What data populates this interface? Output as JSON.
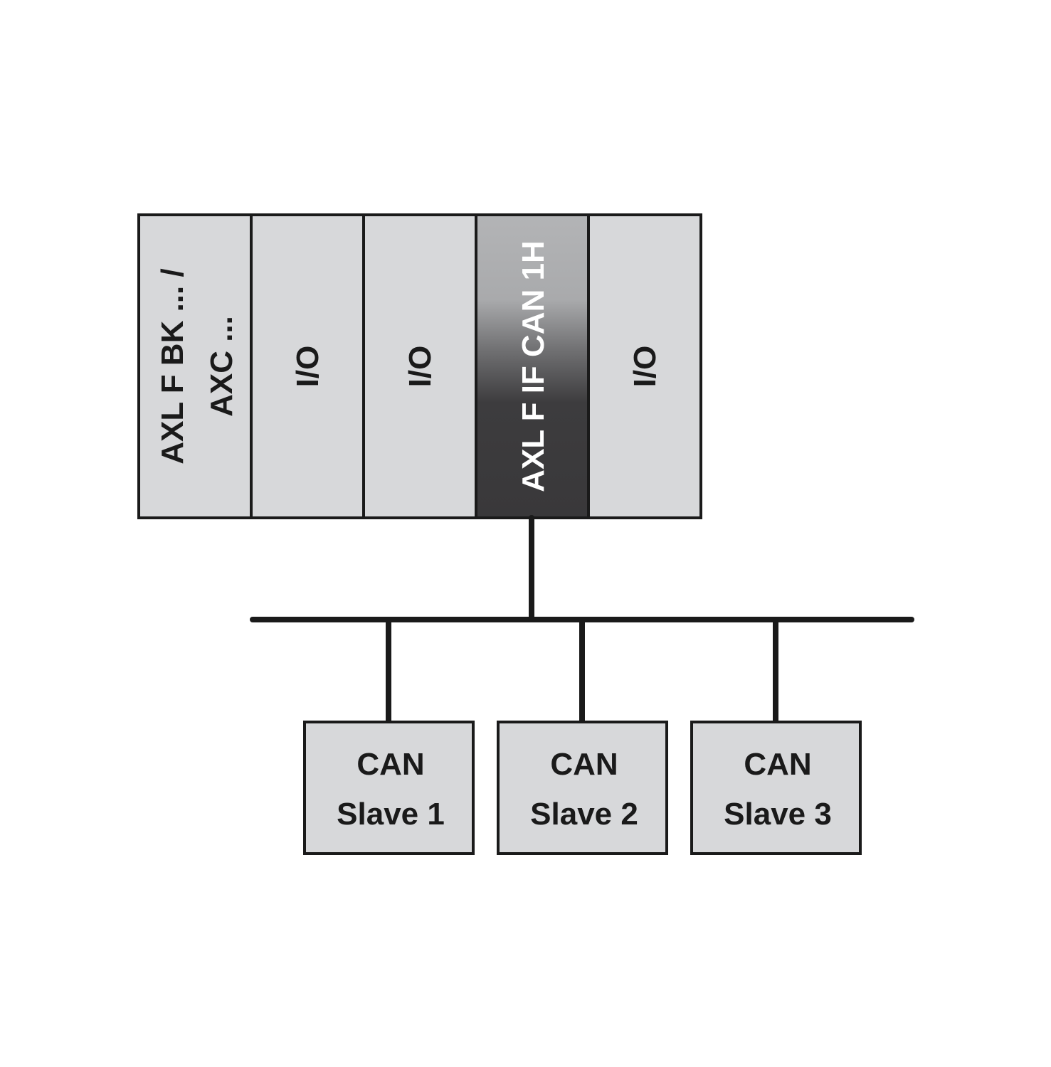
{
  "station": {
    "modules": [
      {
        "lines": [
          "AXL F BK ... /",
          "AXC ..."
        ],
        "highlighted": false
      },
      {
        "lines": [
          "I/O"
        ],
        "highlighted": false
      },
      {
        "lines": [
          "I/O"
        ],
        "highlighted": false
      },
      {
        "lines": [
          "AXL F IF CAN 1H"
        ],
        "highlighted": true
      },
      {
        "lines": [
          "I/O"
        ],
        "highlighted": false
      }
    ]
  },
  "slaves": [
    {
      "line1": "CAN",
      "line2": "Slave 1"
    },
    {
      "line1": "CAN",
      "line2": "Slave 2"
    },
    {
      "line1": "CAN",
      "line2": "Slave 3"
    }
  ],
  "colors": {
    "module_fill": "#d7d8da",
    "stroke": "#1a1a1a",
    "highlight_top": "#b3b4b6",
    "highlight_bottom": "#3a393b",
    "background": "#ffffff"
  }
}
